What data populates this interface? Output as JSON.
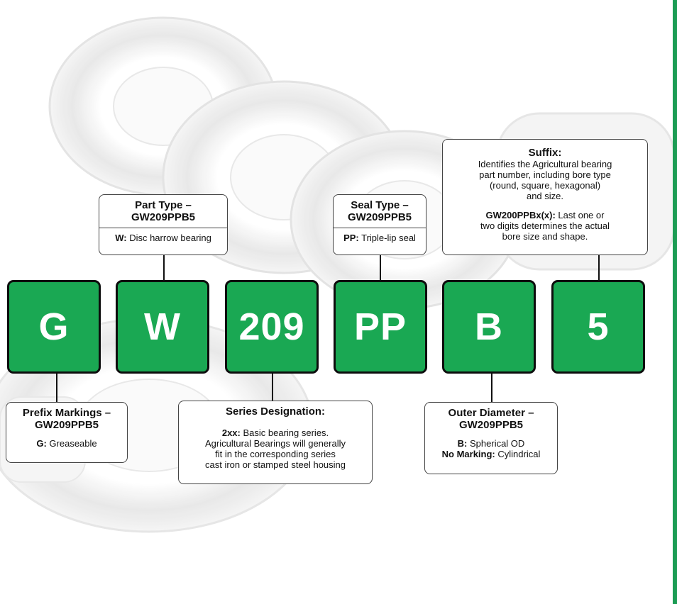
{
  "colors": {
    "accent": "#1aa853",
    "box_border": "#0d0d0d",
    "stripe": "#1c9c54"
  },
  "codes": [
    "G",
    "W",
    "209",
    "PP",
    "B",
    "5"
  ],
  "callouts": {
    "prefix": {
      "title1": "Prefix Markings –",
      "title2": "GW209PPB5",
      "key": "G:",
      "text": " Greaseable"
    },
    "part_type": {
      "title1": "Part Type –",
      "title2": "GW209PPB5",
      "key": "W:",
      "text": " Disc harrow bearing"
    },
    "series": {
      "title": "Series Designation:",
      "key": "2xx:",
      "text1": " Basic bearing series.",
      "text2": "Agricultural Bearings will generally",
      "text3": "fit in the corresponding series",
      "text4": "cast iron or stamped steel housing"
    },
    "seal_type": {
      "title1": "Seal Type –",
      "title2": "GW209PPB5",
      "key": "PP:",
      "text": " Triple-lip seal"
    },
    "outer_diameter": {
      "title1": "Outer Diameter –",
      "title2": "GW209PPB5",
      "key1": "B:",
      "text1": " Spherical OD",
      "key2": "No Marking:",
      "text2": " Cylindrical"
    },
    "suffix": {
      "title": "Suffix:",
      "line1": "Identifies the Agricultural bearing",
      "line2": "part number, including bore type",
      "line3": "(round, square, hexagonal)",
      "line4": "and size.",
      "key": "GW200PPBx(x):",
      "text1": " Last one or",
      "line6": "two digits determines the actual",
      "line7": "bore size and shape."
    }
  }
}
